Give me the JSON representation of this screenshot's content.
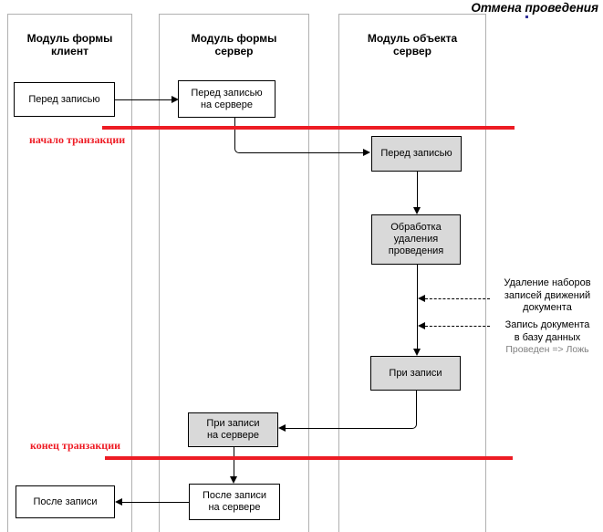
{
  "title": "Отмена проведения",
  "lanes": [
    {
      "label": "Модуль формы\nклиент"
    },
    {
      "label": "Модуль формы\nсервер"
    },
    {
      "label": "Модуль объекта\nсервер"
    }
  ],
  "boxes": [
    {
      "label": "Перед записью",
      "fill": "white"
    },
    {
      "label": "Перед записью\nна сервере",
      "fill": "white"
    },
    {
      "label": "Перед записью",
      "fill": "gray"
    },
    {
      "label": "Обработка\nудаления\nпроведения",
      "fill": "gray"
    },
    {
      "label": "При записи",
      "fill": "gray"
    },
    {
      "label": "При записи\nна сервере",
      "fill": "gray"
    },
    {
      "label": "После записи\nна сервере",
      "fill": "white"
    },
    {
      "label": "После записи",
      "fill": "white"
    }
  ],
  "transaction": {
    "start_label": "начало транзакции",
    "end_label": "конец транзакции"
  },
  "annotations": {
    "delete_record_sets": "Удаление наборов\nзаписей движений\nдокумента",
    "write_document": "Запись документа\nв базу данных",
    "posted_false": "Проведен => Ложь"
  },
  "colors": {
    "transaction_line": "#ed1c24",
    "red_label": "#ee1c25",
    "box_gray_fill": "#d9d9d9",
    "lane_border": "#b0b0b0",
    "note_gray": "#7f7f7f",
    "title_dot": "#333399"
  }
}
